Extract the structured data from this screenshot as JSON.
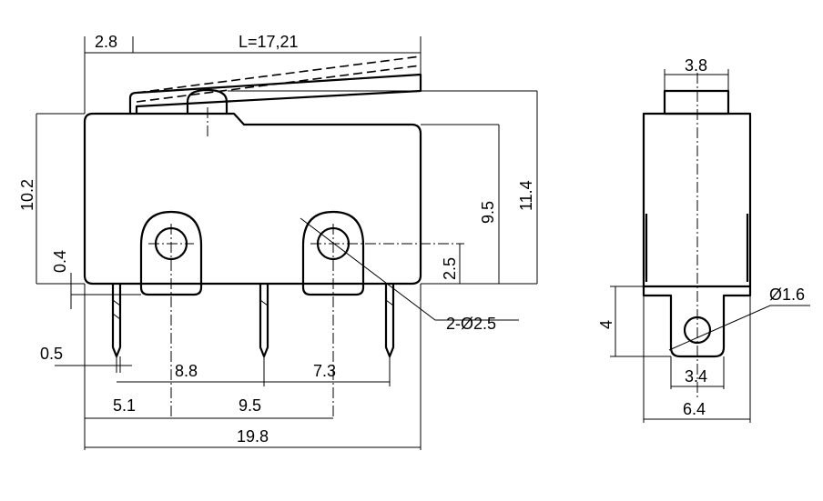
{
  "front_view": {
    "lever_offset": "2.8",
    "lever_length": "L=17,21",
    "body_height": "10.2",
    "lower_offset": "0.4",
    "pin_width": "0.5",
    "hole_to_top": "9.5",
    "total_height": "11.4",
    "hole_to_base": "2.5",
    "hole_note": "2-Ø2.5",
    "pitch_1": "8.8",
    "pitch_2": "7.3",
    "edge_to_hole": "5.1",
    "hole_spacing": "9.5",
    "body_length": "19.8"
  },
  "side_view": {
    "plunger_width": "3.8",
    "hole_diameter": "Ø1.6",
    "tab_height": "4",
    "tab_width": "3.4",
    "body_width": "6.4"
  }
}
